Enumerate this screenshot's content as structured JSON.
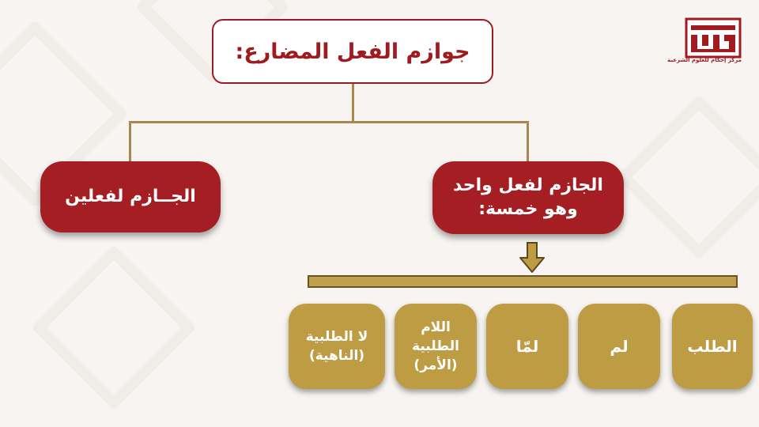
{
  "diagram": {
    "title": "جوازم الفعل المضارع:",
    "branch_two_verbs": "الجــازم لفعلين",
    "branch_one_verb": "الجازم لفعل واحد\nوهو خمسة:",
    "one_verb_items": [
      {
        "label": "الطلب"
      },
      {
        "label": "لم"
      },
      {
        "label": "لمّا"
      },
      {
        "label": "اللام\nالطلبية\n(الأمر)"
      },
      {
        "label": "لا الطلبية\n(الناهية)"
      }
    ]
  },
  "logo": {
    "name": "إحكام",
    "subtitle": "مركز إحكام للعلوم الشرعية"
  },
  "colors": {
    "primary_red": "#a41e23",
    "gold": "#bd9c43",
    "connector": "#a8884e",
    "background": "#f7f4f1"
  }
}
